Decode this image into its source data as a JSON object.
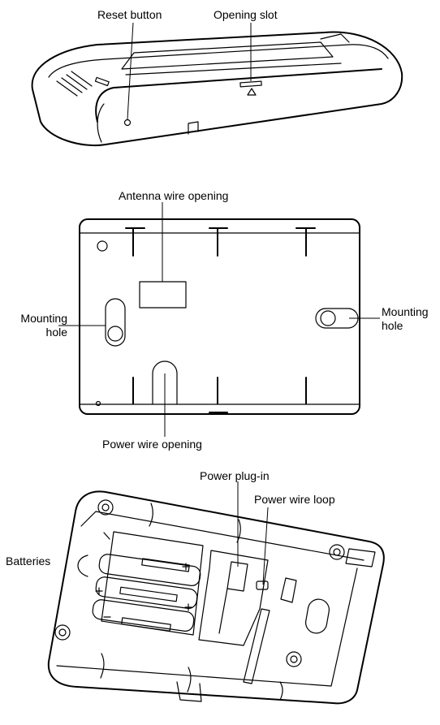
{
  "top_view": {
    "reset_label": "Reset button",
    "slot_label": "Opening slot"
  },
  "back_view": {
    "antenna_label": "Antenna wire opening",
    "mount_left_label": "Mounting\nhole",
    "mount_right_label": "Mounting\nhole",
    "power_wire_label": "Power wire opening"
  },
  "battery_view": {
    "plug_label": "Power plug-in",
    "loop_label": "Power wire loop",
    "batteries_label": "Batteries"
  }
}
